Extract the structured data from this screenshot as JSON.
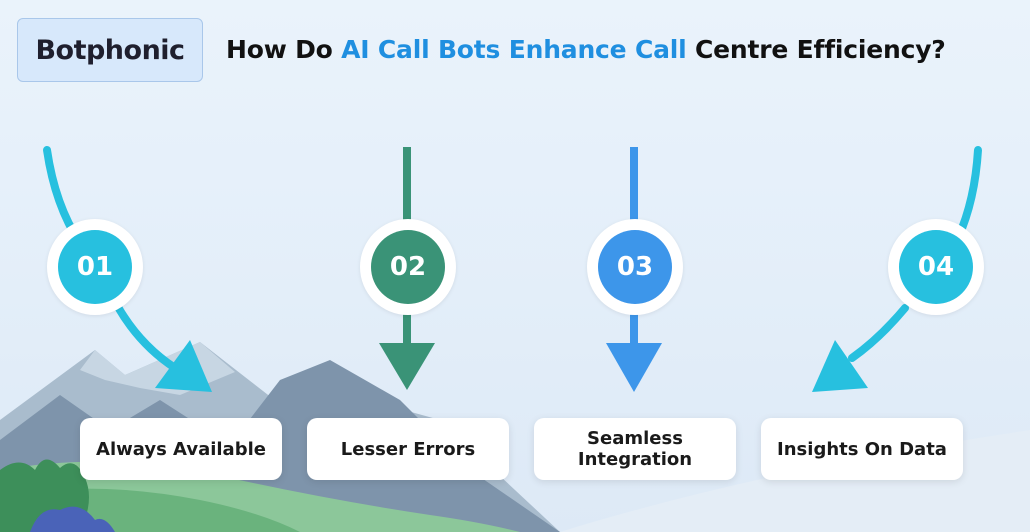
{
  "logo": {
    "text": "Botphonic"
  },
  "header": {
    "title_pre": "How Do ",
    "title_highlight": "AI Call Bots Enhance Call",
    "title_post": " Centre Efficiency?"
  },
  "colors": {
    "cyan": "#27c0df",
    "green": "#3a9377",
    "blue": "#3d96ea",
    "highlight": "#1f8fe0",
    "logo_accent": "#f26a21"
  },
  "steps": [
    {
      "number": "01",
      "label": "Always Available",
      "color": "#27c0df"
    },
    {
      "number": "02",
      "label": "Lesser Errors",
      "color": "#3a9377"
    },
    {
      "number": "03",
      "label": "Seamless\nIntegration",
      "color": "#3d96ea"
    },
    {
      "number": "04",
      "label": "Insights On Data",
      "color": "#27c0df"
    }
  ]
}
